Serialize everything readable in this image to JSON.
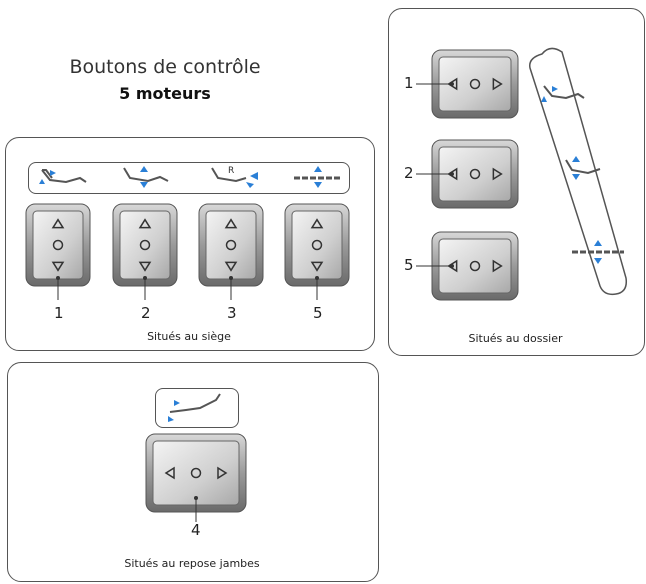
{
  "header": {
    "title": "Boutons de contrôle",
    "subtitle": "5 moteurs"
  },
  "seat_panel": {
    "caption": "Situés au siège",
    "numbers": [
      "1",
      "2",
      "3",
      "5"
    ],
    "seat_icon_letter": "R"
  },
  "back_panel": {
    "caption": "Situés au dossier",
    "numbers": [
      "1",
      "2",
      "5"
    ]
  },
  "leg_panel": {
    "caption": "Situés au repose jambes",
    "numbers": [
      "4"
    ]
  }
}
